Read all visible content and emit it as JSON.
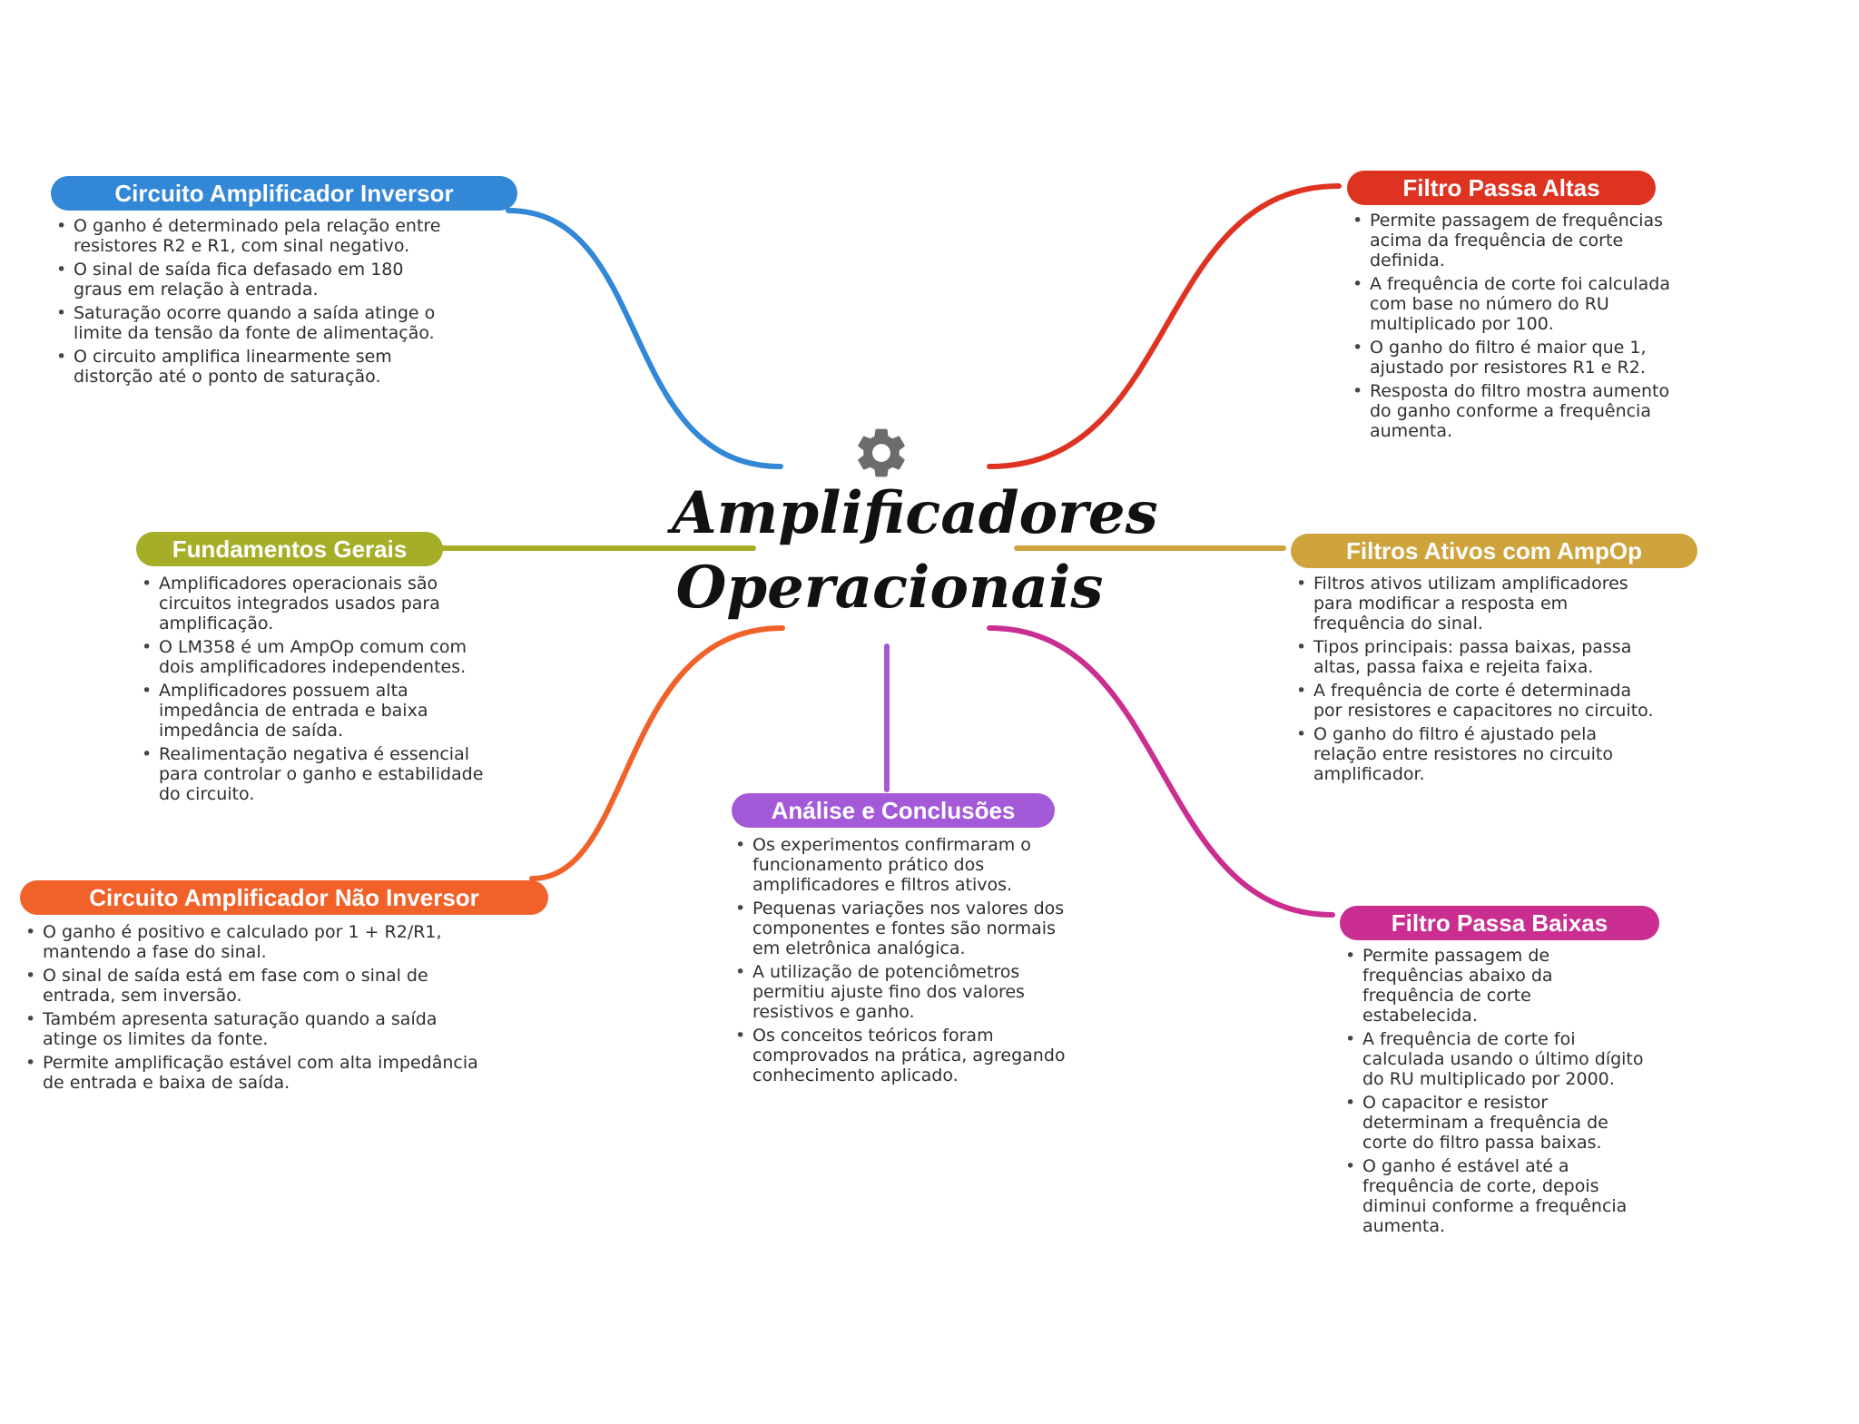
{
  "center": {
    "title_line1": "Amplificadores",
    "title_line2": "Operacionais",
    "icon": "gear-icon"
  },
  "colors": {
    "inversor": "#3287d6",
    "fundamentos": "#a5ae26",
    "nao_inversor": "#f0622a",
    "analise": "#a45ad8",
    "passa_altas": "#df3322",
    "ativos": "#cfa33b",
    "passa_baixas": "#c92e90"
  },
  "nodes": {
    "inversor": {
      "title": "Circuito Amplificador Inversor",
      "items": [
        "O ganho é determinado pela relação entre resistores R2 e R1, com sinal negativo.",
        "O sinal de saída fica defasado em 180 graus em relação à entrada.",
        "Saturação ocorre quando a saída atinge o limite da tensão da fonte de alimentação.",
        "O circuito amplifica linearmente sem distorção até o ponto de saturação."
      ]
    },
    "fundamentos": {
      "title": "Fundamentos Gerais",
      "items": [
        "Amplificadores operacionais são circuitos integrados usados para amplificação.",
        "O LM358 é um AmpOp comum com dois amplificadores independentes.",
        "Amplificadores possuem alta impedância de entrada e baixa impedância de saída.",
        "Realimentação negativa é essencial para controlar o ganho e estabilidade do circuito."
      ]
    },
    "nao_inversor": {
      "title": "Circuito Amplificador Não Inversor",
      "items": [
        "O ganho é positivo e calculado por 1 + R2/R1, mantendo a fase do sinal.",
        "O sinal de saída está em fase com o sinal de entrada, sem inversão.",
        "Também apresenta saturação quando a saída atinge os limites da fonte.",
        "Permite amplificação estável com alta impedância de entrada e baixa de saída."
      ]
    },
    "analise": {
      "title": "Análise e Conclusões",
      "items": [
        "Os experimentos confirmaram o funcionamento prático dos amplificadores e filtros ativos.",
        "Pequenas variações nos valores dos componentes e fontes são normais em eletrônica analógica.",
        "A utilização de potenciômetros permitiu ajuste fino dos valores resistivos e ganho.",
        "Os conceitos teóricos foram comprovados na prática, agregando conhecimento aplicado."
      ]
    },
    "passa_altas": {
      "title": "Filtro Passa Altas",
      "items": [
        "Permite passagem de frequências acima da frequência de corte definida.",
        "A frequência de corte foi calculada com base no número do RU multiplicado por 100.",
        "O ganho do filtro é maior que 1, ajustado por resistores R1 e R2.",
        "Resposta do filtro mostra aumento do ganho conforme a frequência aumenta."
      ]
    },
    "ativos": {
      "title": "Filtros Ativos com AmpOp",
      "items": [
        "Filtros ativos utilizam amplificadores para modificar a resposta em frequência do sinal.",
        "Tipos principais: passa baixas, passa altas, passa faixa e rejeita faixa.",
        "A frequência de corte é determinada por resistores e capacitores no circuito.",
        "O ganho do filtro é ajustado pela relação entre resistores no circuito amplificador."
      ]
    },
    "passa_baixas": {
      "title": "Filtro Passa Baixas",
      "items": [
        "Permite passagem de frequências abaixo da frequência de corte estabelecida.",
        "A frequência de corte foi calculada usando o último dígito do RU multiplicado por 2000.",
        "O capacitor e resistor determinam a frequência de corte do filtro passa baixas.",
        "O ganho é estável até a frequência de corte, depois diminui conforme a frequência aumenta."
      ]
    }
  }
}
